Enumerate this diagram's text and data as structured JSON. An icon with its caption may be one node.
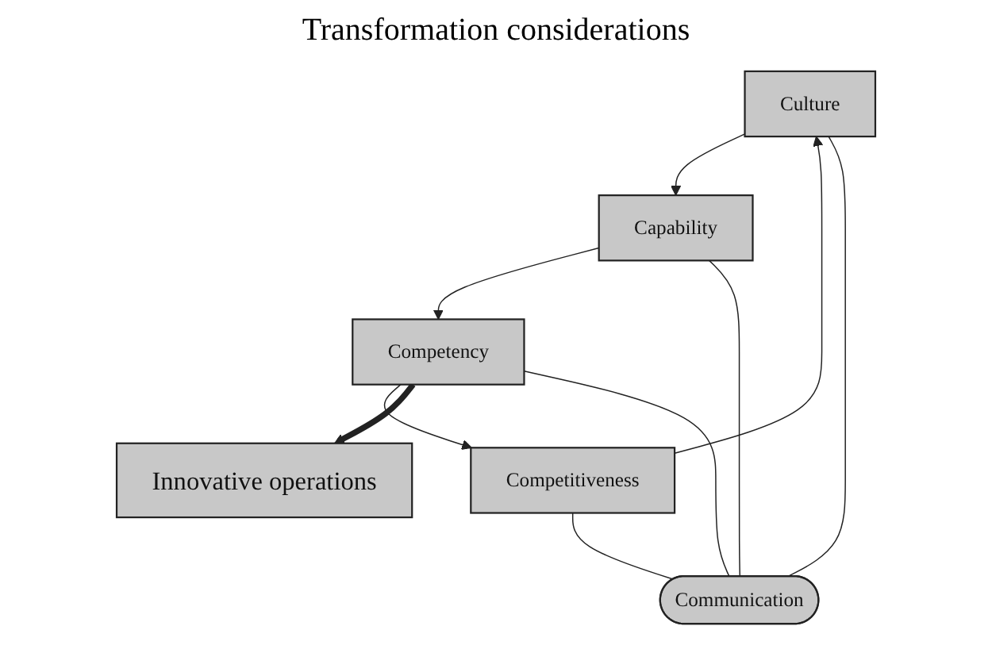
{
  "diagram": {
    "title": "Transformation considerations",
    "nodes": [
      {
        "text": [
          "Culture"
        ]
      },
      {
        "text": [
          "Competitiveness"
        ]
      },
      {
        "text": [
          "Communication"
        ]
      },
      {
        "text": [
          "Capability"
        ]
      },
      {
        "text": [
          "Competency"
        ]
      },
      {
        "text": [
          "Innovative operations"
        ]
      }
    ],
    "edges": [
      {
        "from": 1,
        "to": 0,
        "arrow": "to"
      },
      {
        "from": 0,
        "to": 3,
        "arrow": "to"
      },
      {
        "from": 3,
        "to": 4,
        "arrow": "to"
      },
      {
        "from": 4,
        "to": 1,
        "arrow": "to"
      },
      {
        "from": 2,
        "to": 0,
        "arrow": "none"
      },
      {
        "from": 1,
        "to": 2,
        "arrow": "none"
      },
      {
        "from": 2,
        "to": 3,
        "arrow": "none"
      },
      {
        "from": 2,
        "to": 4,
        "arrow": "none"
      },
      {
        "from": 4,
        "to": 5,
        "arrow": "to",
        "style": "thick"
      }
    ]
  }
}
